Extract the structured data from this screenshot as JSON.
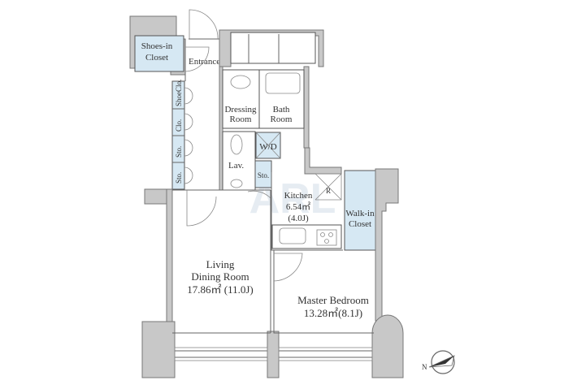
{
  "rooms": {
    "shoes_in_closet": [
      "Shoes-in",
      "Closet"
    ],
    "entrance": "Entrance",
    "shoe_clo": "ShoeClo.",
    "clo": "Clo.",
    "sto_1": "Sto.",
    "sto_2": "Sto.",
    "dressing_room": [
      "Dressing",
      "Room"
    ],
    "bath_room": [
      "Bath",
      "Room"
    ],
    "wd": "W/D",
    "lav": "Lav.",
    "sto_3": "Sto.",
    "kitchen": [
      "Kitchen",
      "6.54㎡",
      "(4.0J)"
    ],
    "refrigerator": "R",
    "walk_in_closet": [
      "Walk-in",
      "Closet"
    ],
    "living": [
      "Living",
      "Dining Room",
      "17.86㎡  (11.0J)"
    ],
    "master_bedroom": [
      "Master Bedroom",
      "13.28㎡(8.1J)"
    ]
  },
  "compass": {
    "north": "N"
  },
  "watermark": "ARL",
  "colors": {
    "wall": "#c8c8c8",
    "closet": "#d6e8f3"
  }
}
